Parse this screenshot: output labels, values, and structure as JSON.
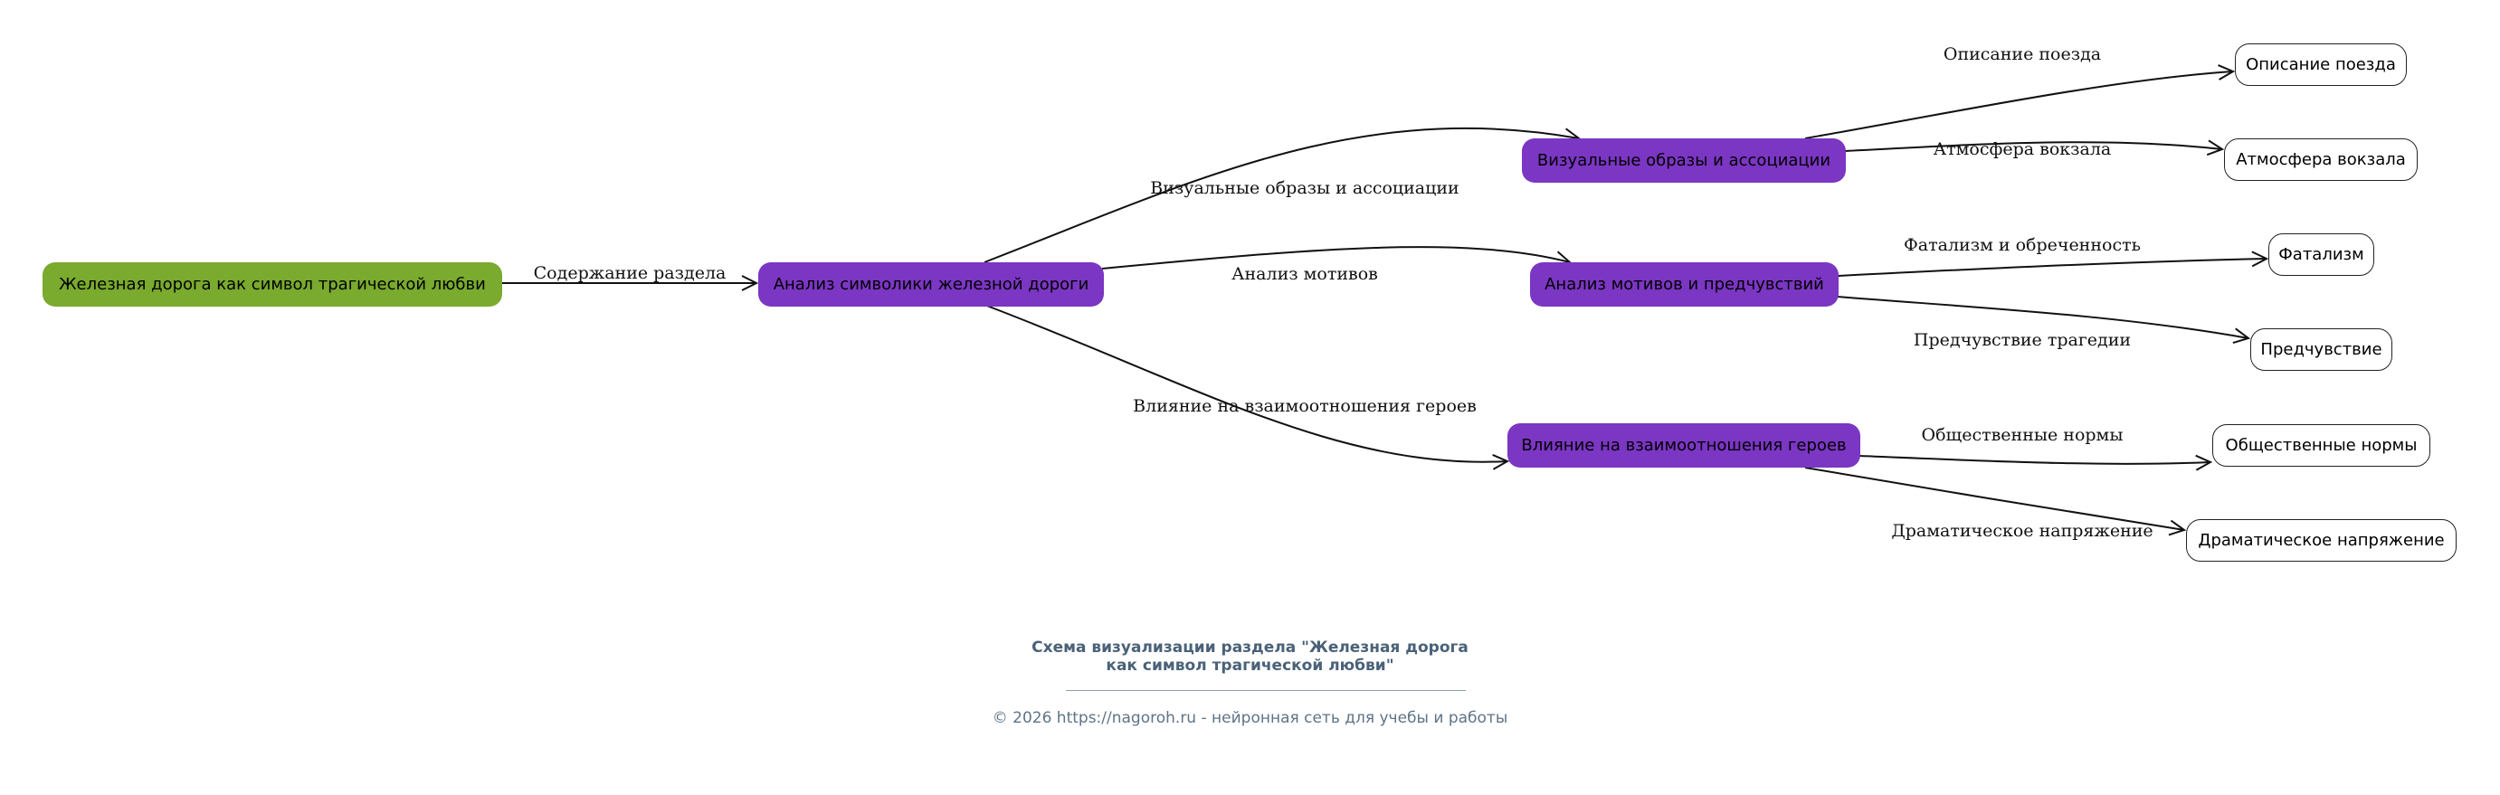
{
  "nodes": {
    "root": "Железная дорога как символ трагической любви",
    "analysis": "Анализ символики железной дороги",
    "visual": "Визуальные образы и ассоциации",
    "motifs": "Анализ мотивов и предчувствий",
    "influence": "Влияние на взаимоотношения героев",
    "train": "Описание поезда",
    "station": "Атмосфера вокзала",
    "fatalism": "Фатализм",
    "foreboding": "Предчувствие",
    "norms": "Общественные нормы",
    "tension": "Драматическое напряжение"
  },
  "edge_labels": {
    "root_analysis": "Содержание раздела",
    "analysis_visual": "Визуальные образы и ассоциации",
    "analysis_motifs": "Анализ мотивов",
    "analysis_influence": "Влияние на взаимоотношения героев",
    "visual_train": "Описание поезда",
    "visual_station": "Атмосфера вокзала",
    "motifs_fatalism": "Фатализм и обреченность",
    "motifs_foreboding": "Предчувствие трагедии",
    "influence_norms": "Общественные нормы",
    "influence_tension": "Драматическое напряжение"
  },
  "caption": {
    "title_line1": "Схема визуализации раздела \"Железная дорога",
    "title_line2": "как символ трагической любви\"",
    "copyright": "© 2026 https://nagoroh.ru - нейронная сеть для учебы и работы"
  },
  "colors": {
    "root_fill": "#7aaa2e",
    "category_fill": "#7b36c3",
    "leaf_fill": "#ffffff",
    "edge": "#111111"
  }
}
